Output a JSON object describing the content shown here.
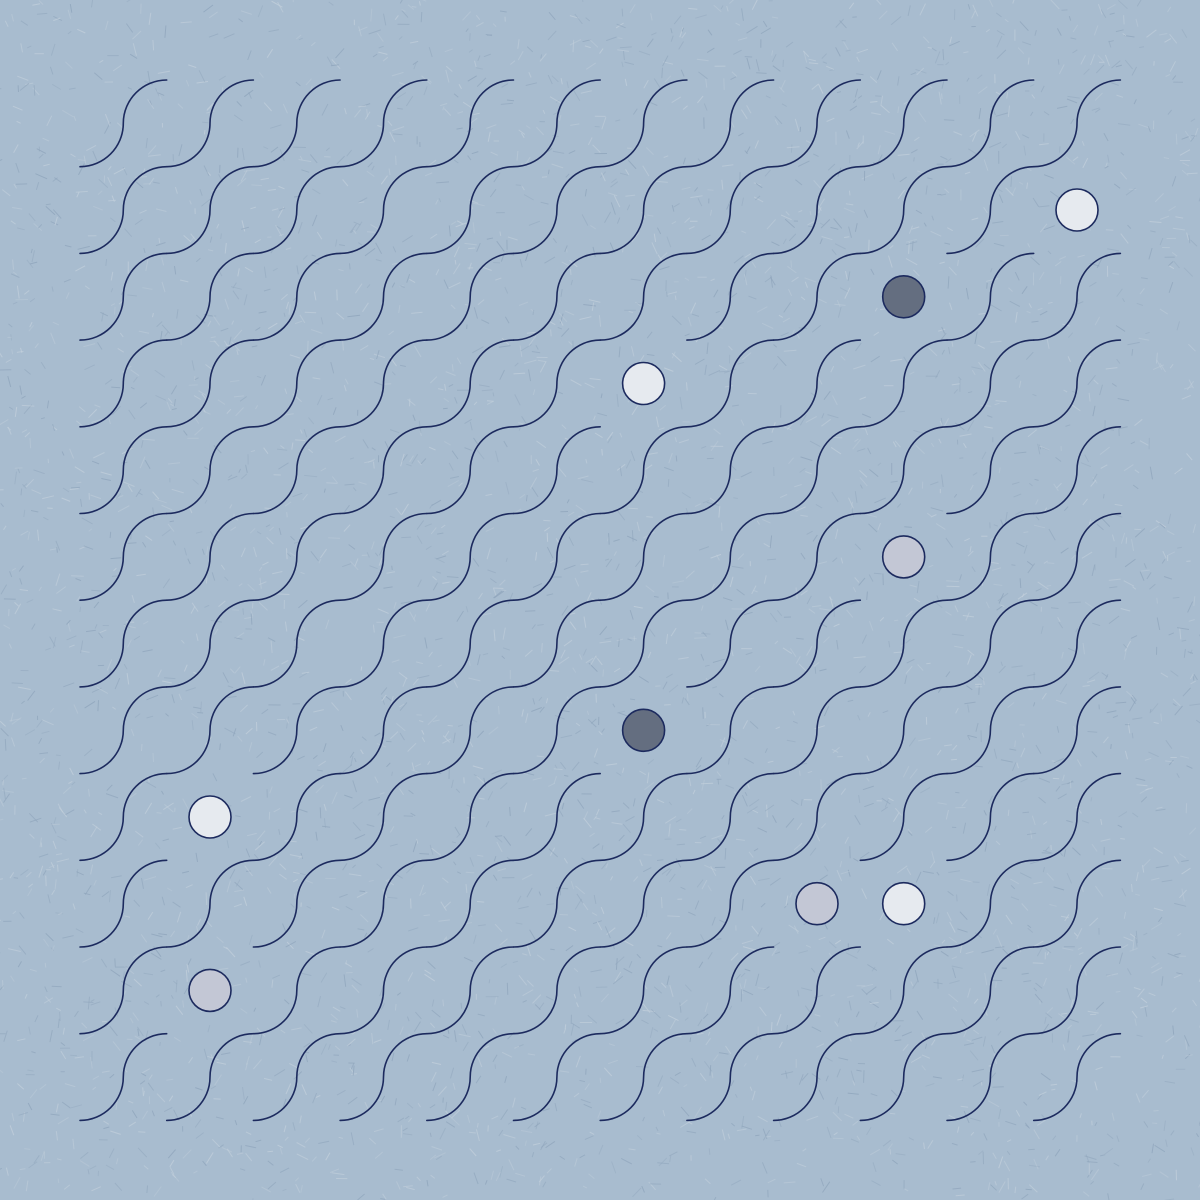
{
  "artwork": {
    "grid": {
      "cols": 12,
      "rows": 12
    },
    "palette": {
      "background": "#a8bccf",
      "line": "#1c2a5e",
      "speckle_light": "#c3d0dc",
      "speckle_dark": "#8ea4bb",
      "dot_light": "#e6eaef",
      "dot_mid": "#c3c7d5",
      "dot_dark": "#646e80",
      "dot_outline": "#1c2a5e"
    },
    "dots": [
      {
        "col": 11,
        "row": 1,
        "tone": "light"
      },
      {
        "col": 9,
        "row": 2,
        "tone": "dark"
      },
      {
        "col": 6,
        "row": 3,
        "tone": "light"
      },
      {
        "col": 9,
        "row": 5,
        "tone": "mid"
      },
      {
        "col": 6,
        "row": 7,
        "tone": "dark"
      },
      {
        "col": 1,
        "row": 8,
        "tone": "light"
      },
      {
        "col": 8,
        "row": 9,
        "tone": "mid"
      },
      {
        "col": 9,
        "row": 9,
        "tone": "light"
      },
      {
        "col": 1,
        "row": 10,
        "tone": "mid"
      }
    ]
  }
}
